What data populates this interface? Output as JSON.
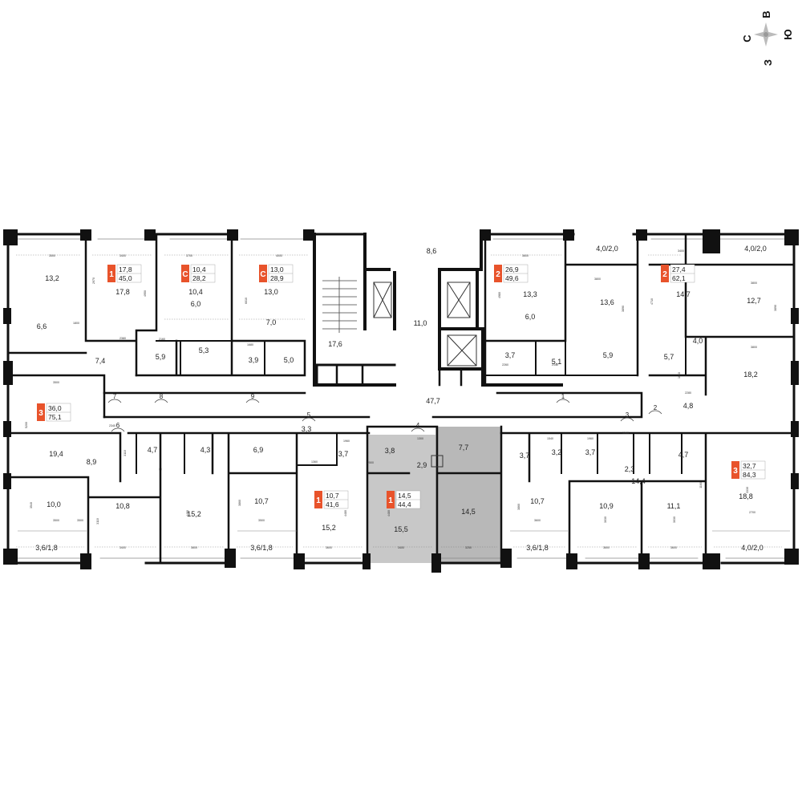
{
  "colors": {
    "accent": "#e8532b",
    "wall": "#111111",
    "highlight": "#c8c8c8",
    "highlight2": "#b8b8b8"
  },
  "compass": {
    "north": "С",
    "east": "В",
    "south": "Ю",
    "west": "З"
  },
  "apartments": [
    {
      "type": "1",
      "living": "17,8",
      "total": "45,0"
    },
    {
      "type": "С",
      "living": "10,4",
      "total": "28,2"
    },
    {
      "type": "С",
      "living": "13,0",
      "total": "28,9"
    },
    {
      "type": "2",
      "living": "26,9",
      "total": "49,6"
    },
    {
      "type": "2",
      "living": "27,4",
      "total": "62,1"
    },
    {
      "type": "3",
      "living": "36,0",
      "total": "75,1"
    },
    {
      "type": "1",
      "living": "10,7",
      "total": "41,6"
    },
    {
      "type": "1",
      "living": "14,5",
      "total": "44,4"
    },
    {
      "type": "3",
      "living": "32,7",
      "total": "84,3"
    }
  ],
  "rooms": [
    "13,2",
    "17,8",
    "10,4",
    "13,0",
    "8,6",
    "13,3",
    "4,0/2,0",
    "13,6",
    "14,7",
    "4,0/2,0",
    "12,7",
    "6,6",
    "6,0",
    "7,0",
    "17,6",
    "11,0",
    "6,0",
    "5,3",
    "5,9",
    "3,9",
    "5,0",
    "3,7",
    "5,1",
    "5,9",
    "4,0",
    "5,7",
    "7,4",
    "18,2",
    "4,8",
    "19,4",
    "8,9",
    "4,7",
    "4,3",
    "6,9",
    "3,3",
    "3,7",
    "3,8",
    "2,9",
    "7,7",
    "3,7",
    "3,2",
    "3,7",
    "2,3",
    "4,7",
    "47,7",
    "10,0",
    "10,8",
    "15,2",
    "10,7",
    "15,2",
    "15,5",
    "14,5",
    "10,7",
    "10,9",
    "11,1",
    "14,4",
    "18,8",
    "3,6/1,8",
    "3,6/1,8",
    "3,6/1,8",
    "4,0/2,0"
  ],
  "doors": [
    "7",
    "8",
    "9",
    "6",
    "5",
    "4",
    "1",
    "2",
    "3"
  ],
  "dims": [
    "3500",
    "3400",
    "3700",
    "4000",
    "3600",
    "3800",
    "3400",
    "3800",
    "1800",
    "2380",
    "2160",
    "1680",
    "2260",
    "2140",
    "3500",
    "2340",
    "1960",
    "1360",
    "1300",
    "2500",
    "3500",
    "1540",
    "1960",
    "1540",
    "3800",
    "2280",
    "3500",
    "3400",
    "3600",
    "3500",
    "3600",
    "3400",
    "3250",
    "3600",
    "3600",
    "3600",
    "2700",
    "4980",
    "2970",
    "4950",
    "4710",
    "3890",
    "6010",
    "5200",
    "3110",
    "3860",
    "3110",
    "4480",
    "3540",
    "4480",
    "4480",
    "3860",
    "3030",
    "3030",
    "3330",
    "3890",
    "1040",
    "1160"
  ]
}
